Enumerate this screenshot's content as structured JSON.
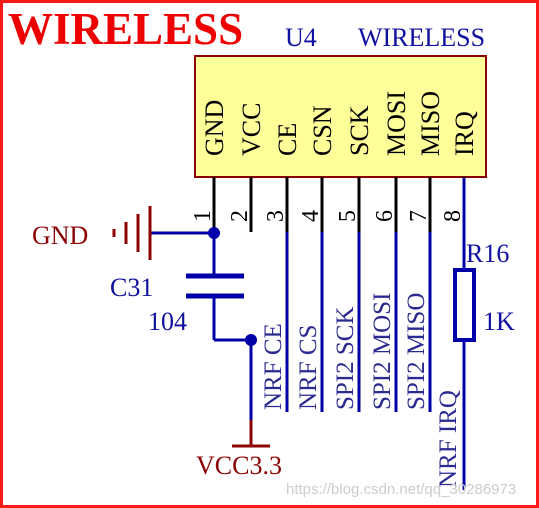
{
  "title": "WIRELESS",
  "component": {
    "ref": "U4",
    "value": "WIRELESS",
    "pin_labels": [
      "GND",
      "VCC",
      "CE",
      "CSN",
      "SCK",
      "MOSI",
      "MISO",
      "IRQ"
    ],
    "pin_numbers": [
      "1",
      "2",
      "3",
      "4",
      "5",
      "6",
      "7",
      "8"
    ]
  },
  "nets": [
    "NRF CE",
    "NRF CS",
    "SPI2 SCK",
    "SPI2 MOSI",
    "SPI2 MISO",
    "NRF IRQ"
  ],
  "ground": {
    "label": "GND"
  },
  "power": {
    "label": "VCC3.3"
  },
  "capacitor": {
    "ref": "C31",
    "value": "104"
  },
  "resistor": {
    "ref": "R16",
    "value": "1K"
  },
  "watermark": "https://blog.csdn.net/qq_30286973",
  "colors": {
    "frame": "#ff1a1a",
    "title": "#ee0000",
    "chip_fill": "#ffff99",
    "chip_outline": "#8b0000",
    "wire": "#0000a8",
    "part": "#000096",
    "net_text": "#2a2a90",
    "power_symbol": "#8b0000",
    "label_blue": "#1010a0"
  }
}
